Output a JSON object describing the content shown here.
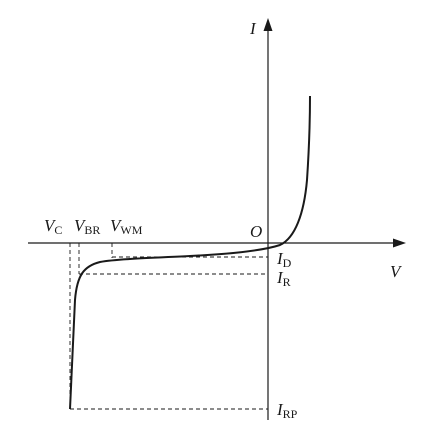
{
  "axes": {
    "y_axis_label": "I",
    "x_axis_label": "V",
    "origin_label": "O"
  },
  "voltage_labels": [
    {
      "main": "V",
      "sub": "C"
    },
    {
      "main": "V",
      "sub": "BR"
    },
    {
      "main": "V",
      "sub": "WM"
    }
  ],
  "current_labels": [
    {
      "main": "I",
      "sub": "D"
    },
    {
      "main": "I",
      "sub": "R"
    },
    {
      "main": "I",
      "sub": "RP"
    }
  ],
  "colors": {
    "ink": "#1a1a1a",
    "background": "#ffffff"
  }
}
